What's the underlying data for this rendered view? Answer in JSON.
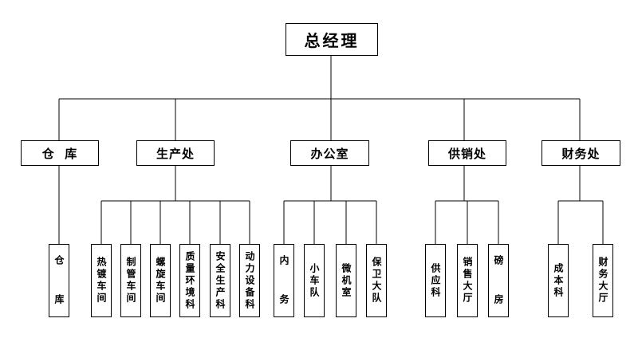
{
  "org_chart": {
    "root": "总经理",
    "departments": [
      {
        "name": "仓  库",
        "units": [
          "仓  库"
        ]
      },
      {
        "name": "生产处",
        "units": [
          "热镀车间",
          "制管车间",
          "螺旋车间",
          "质量环境科",
          "安全生产科",
          "动力设备科"
        ]
      },
      {
        "name": "办公室",
        "units": [
          "内  务",
          "小车队",
          "微机室",
          "保卫大队"
        ]
      },
      {
        "name": "供销处",
        "units": [
          "供应科",
          "销售大厅",
          "磅  房"
        ]
      },
      {
        "name": "财务处",
        "units": [
          "成本科",
          "财务大厅"
        ]
      }
    ]
  }
}
